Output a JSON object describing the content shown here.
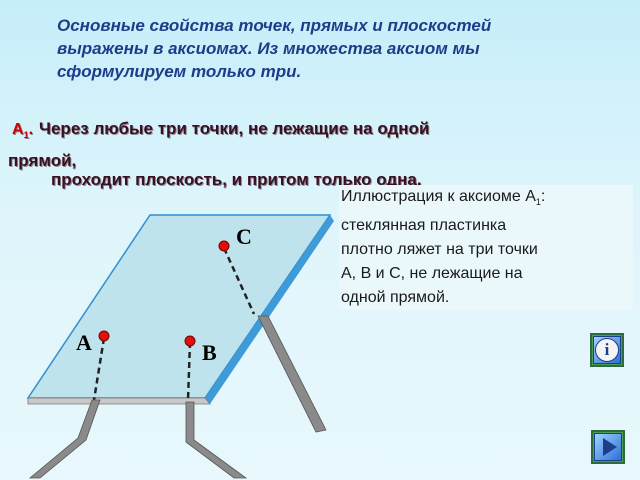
{
  "intro": {
    "line1": "Основные свойства точек, прямых и плоскостей",
    "line2": "выражены в аксиомах. Из множества аксиом мы",
    "line3": "сформулируем только три."
  },
  "axiom": {
    "tag_letter": "А",
    "tag_index": "1",
    "tag_dot": ".",
    "text_line1": "Через любые три точки, не лежащие на одной",
    "text_line1b": "прямой,",
    "text_line2": "проходит плоскость, и притом только одна."
  },
  "illustration": {
    "prefix": "Иллюстрация к аксиоме А",
    "index": "1",
    "suffix": ":",
    "line2": "стеклянная пластинка",
    "line3": "плотно ляжет на три точки",
    "line4": "А, В и С, не лежащие на",
    "line5": "одной прямой."
  },
  "diagram": {
    "point_a": "A",
    "point_b": "B",
    "point_c": "C"
  },
  "colors": {
    "plate_fill": "#bfe3ec",
    "plate_edge": "#2f8fd0",
    "rod": "#8a8a8a",
    "point": "#e01010",
    "accent_text": "#1f3c8a"
  },
  "icons": {
    "info": "info-icon",
    "next": "next-arrow-icon"
  },
  "buttons": {
    "info_label": "i"
  }
}
